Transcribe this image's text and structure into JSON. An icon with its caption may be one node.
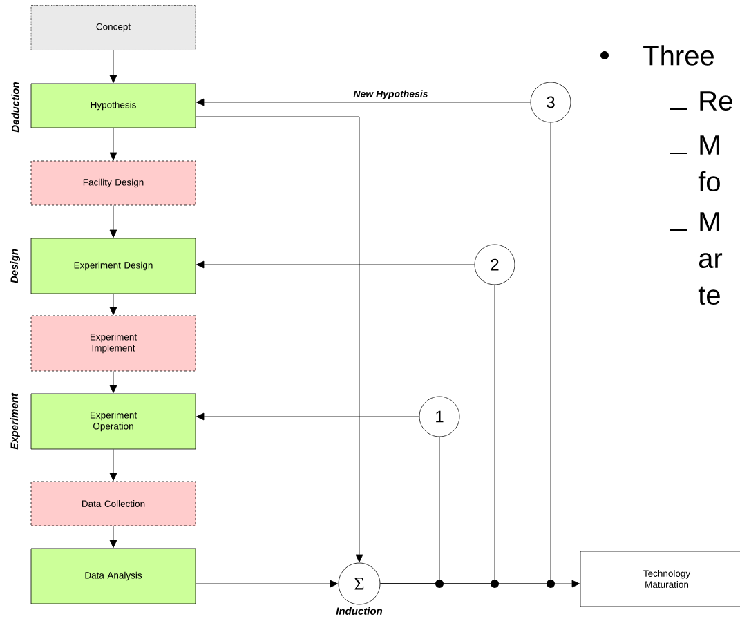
{
  "diagram": {
    "nodes": [
      {
        "text": [
          "Concept"
        ]
      },
      {
        "text": [
          "Hypothesis"
        ]
      },
      {
        "text": [
          "Facility Design"
        ]
      },
      {
        "text": [
          "Experiment Design"
        ]
      },
      {
        "text": [
          "Experiment Implement"
        ]
      },
      {
        "text": [
          "Experiment Operation"
        ]
      },
      {
        "text": [
          "Data Collection"
        ]
      },
      {
        "text": [
          "Data Analysis"
        ]
      },
      {
        "text": [
          "Σ"
        ],
        "beside": [
          "Induction"
        ]
      },
      {
        "text": [
          "1"
        ]
      },
      {
        "text": [
          "2"
        ]
      },
      {
        "text": [
          "3"
        ]
      },
      {
        "text": [
          "Technology Maturation"
        ]
      }
    ],
    "edges": [
      {
        "from": 0,
        "to": 1,
        "arrow": "to"
      },
      {
        "from": 1,
        "to": 2,
        "arrow": "to"
      },
      {
        "from": 2,
        "to": 3,
        "arrow": "to"
      },
      {
        "from": 3,
        "to": 4,
        "arrow": "to"
      },
      {
        "from": 4,
        "to": 5,
        "arrow": "to"
      },
      {
        "from": 5,
        "to": 6,
        "arrow": "to"
      },
      {
        "from": 6,
        "to": 7,
        "arrow": "to"
      },
      {
        "from": 7,
        "to": 8,
        "arrow": "to"
      },
      {
        "from": 1,
        "to": 8,
        "arrow": "to"
      },
      {
        "from": 8,
        "to": 9,
        "arrow": "none"
      },
      {
        "from": 8,
        "to": 10,
        "arrow": "none"
      },
      {
        "from": 8,
        "to": 11,
        "arrow": "none"
      },
      {
        "from": 8,
        "to": 12,
        "arrow": "to"
      },
      {
        "from": 9,
        "to": 5,
        "arrow": "to"
      },
      {
        "from": 10,
        "to": 3,
        "arrow": "to"
      },
      {
        "from": 11,
        "to": 1,
        "arrow": "to",
        "label": "New Hypothesis"
      }
    ],
    "labels": [
      "Deduction",
      "Design",
      "Experiment",
      "Three",
      "Re",
      "M fo",
      "M ar te"
    ]
  }
}
